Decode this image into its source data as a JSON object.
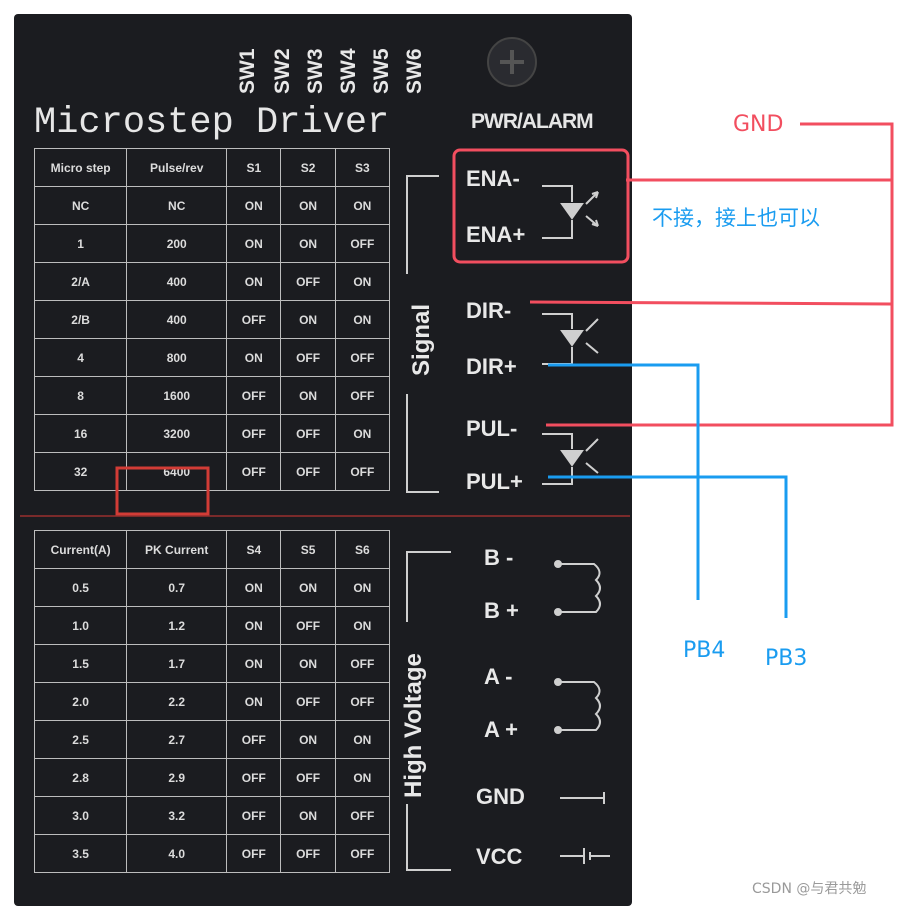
{
  "switches": [
    "SW1",
    "SW2",
    "SW3",
    "SW4",
    "SW5",
    "SW6"
  ],
  "title": "Microstep Driver",
  "pwr_alarm": "PWR/ALARM",
  "microstep_table": {
    "headers": [
      "Micro step",
      "Pulse/rev",
      "S1",
      "S2",
      "S3"
    ],
    "rows": [
      [
        "NC",
        "NC",
        "ON",
        "ON",
        "ON"
      ],
      [
        "1",
        "200",
        "ON",
        "ON",
        "OFF"
      ],
      [
        "2/A",
        "400",
        "ON",
        "OFF",
        "ON"
      ],
      [
        "2/B",
        "400",
        "OFF",
        "ON",
        "ON"
      ],
      [
        "4",
        "800",
        "ON",
        "OFF",
        "OFF"
      ],
      [
        "8",
        "1600",
        "OFF",
        "ON",
        "OFF"
      ],
      [
        "16",
        "3200",
        "OFF",
        "OFF",
        "ON"
      ],
      [
        "32",
        "6400",
        "OFF",
        "OFF",
        "OFF"
      ]
    ]
  },
  "current_table": {
    "headers": [
      "Current(A)",
      "PK Current",
      "S4",
      "S5",
      "S6"
    ],
    "rows": [
      [
        "0.5",
        "0.7",
        "ON",
        "ON",
        "ON"
      ],
      [
        "1.0",
        "1.2",
        "ON",
        "OFF",
        "ON"
      ],
      [
        "1.5",
        "1.7",
        "ON",
        "ON",
        "OFF"
      ],
      [
        "2.0",
        "2.2",
        "ON",
        "OFF",
        "OFF"
      ],
      [
        "2.5",
        "2.7",
        "OFF",
        "ON",
        "ON"
      ],
      [
        "2.8",
        "2.9",
        "OFF",
        "OFF",
        "ON"
      ],
      [
        "3.0",
        "3.2",
        "OFF",
        "ON",
        "OFF"
      ],
      [
        "3.5",
        "4.0",
        "OFF",
        "OFF",
        "OFF"
      ]
    ]
  },
  "signal_label": "Signal",
  "hv_label": "High Voltage",
  "terminals": {
    "ena_minus": "ENA-",
    "ena_plus": "ENA+",
    "dir_minus": "DIR-",
    "dir_plus": "DIR+",
    "pul_minus": "PUL-",
    "pul_plus": "PUL+",
    "b_minus": "B -",
    "b_plus": "B +",
    "a_minus": "A -",
    "a_plus": "A +",
    "gnd": "GND",
    "vcc": "VCC"
  },
  "annotations": {
    "gnd": "GND",
    "ena_note": "不接，接上也可以",
    "pb4": "PB4",
    "pb3": "PB3",
    "watermark": "CSDN @与君共勉"
  },
  "colors": {
    "panel": "#1b1c20",
    "red_annotation": "#f24e5f",
    "blue_annotation": "#1a9cf0",
    "highlight_box": "#d23c36"
  }
}
